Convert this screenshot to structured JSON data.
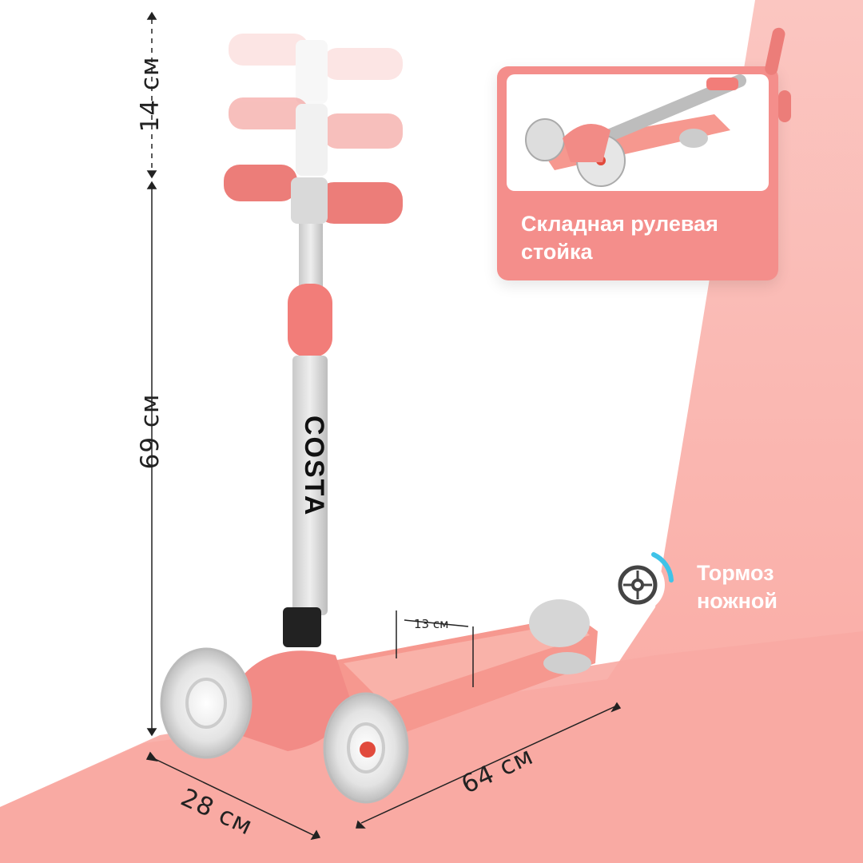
{
  "dimensions": {
    "top_height": "14 см",
    "stem_height": "69 см",
    "width": "28 см",
    "length": "64 см",
    "deck_width": "13 см"
  },
  "feature_card": {
    "title": "Складная рулевая стойка"
  },
  "brake": {
    "label": "Тормоз\nножной",
    "icon": "wheel-brake-icon"
  },
  "brand": {
    "logo_text": "COSTA"
  },
  "colors": {
    "accent": "#f48e8b",
    "bg_pink": "#fbd1cc",
    "scooter_pink": "#f6988f",
    "brake_blue": "#3fc3e8"
  }
}
